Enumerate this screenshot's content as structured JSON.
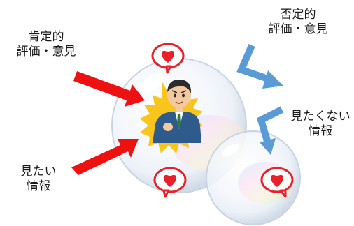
{
  "labels": {
    "positive_evaluation": [
      "肯定的",
      "評価・意見"
    ],
    "negative_evaluation": [
      "否定的",
      "評価・意見"
    ],
    "wanted_info": [
      "見たい",
      "情報"
    ],
    "unwanted_info": [
      "見たくない",
      "情報"
    ]
  },
  "colors": {
    "accepted_arrow": "#ee1111",
    "rejected_arrow": "#5b9bd5",
    "heart": "#e8202a",
    "bubble_edge": "#c8d4e4",
    "burst": "#f7c51c",
    "suit": "#2f5a8c"
  },
  "icons": [
    "heart-icon",
    "person-illustration",
    "bubble"
  ]
}
